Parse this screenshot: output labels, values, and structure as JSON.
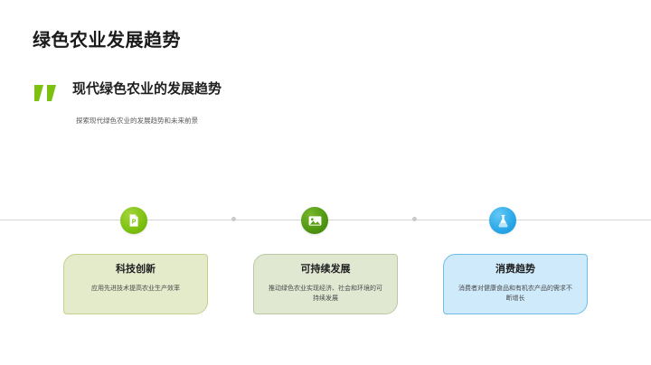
{
  "slide": {
    "title": "绿色农业发展趋势",
    "quote": {
      "icon": "quote-mark-icon",
      "heading": "现代绿色农业的发展趋势",
      "subtitle": "探索现代绿色农业的发展趋势和未来前景",
      "accent_color": "#7cc010"
    },
    "timeline": {
      "line_color": "#d8d8d8",
      "dot_color": "#c9c9c9"
    },
    "cards": [
      {
        "icon": "presentation-document-icon",
        "icon_letter": "P",
        "icon_color": "#7cc010",
        "title": "科技创新",
        "desc": "应用先进技术提高农业生产效率",
        "fill": "#e4ebcb",
        "border": "#c3d08e"
      },
      {
        "icon": "image-picture-icon",
        "icon_color": "#4f9611",
        "title": "可持续发展",
        "desc": "推动绿色农业实现经济、社会和环境的可持续发展",
        "fill": "#e0e8d2",
        "border": "#b9c9a4"
      },
      {
        "icon": "flask-beaker-icon",
        "icon_color": "#29a7e8",
        "title": "消费趋势",
        "desc": "消费者对健康食品和有机农产品的需求不断增长",
        "fill": "#cfeafb",
        "border": "#6cbde8"
      }
    ]
  }
}
